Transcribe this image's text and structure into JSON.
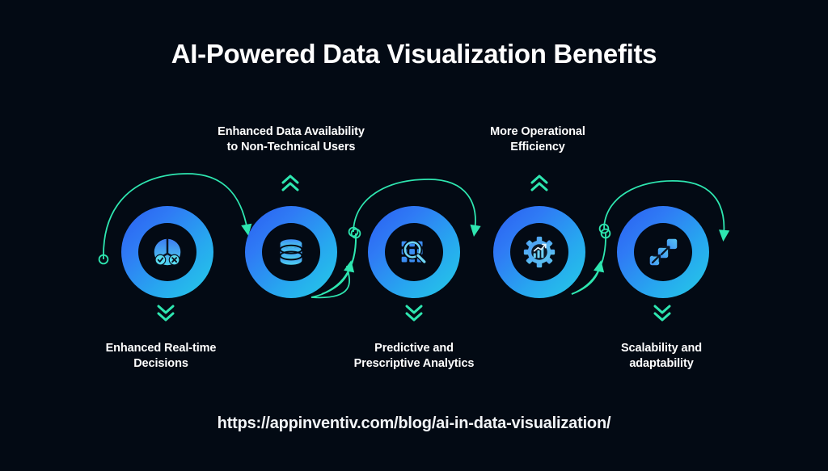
{
  "page": {
    "title": "AI-Powered Data Visualization Benefits",
    "footer_url": "https://appinventiv.com/blog/ai-in-data-visualization/",
    "background_color": "#030a14"
  },
  "colors": {
    "background": "#030a14",
    "ring_gradient_start": "#2a5ff0",
    "ring_gradient_end": "#25cbe6",
    "accent_teal": "#2ee6b0",
    "icon_blue": "#3b9bf5",
    "text": "#ffffff"
  },
  "nodes": [
    {
      "id": "enhanced-real-time-decisions",
      "icon": "decision-tree-icon",
      "label_lines": [
        "Enhanced Real-time",
        "Decisions"
      ],
      "label_position": "below",
      "chevron": "chevron-double-down-icon"
    },
    {
      "id": "enhanced-data-availability",
      "icon": "database-stack-icon",
      "label_lines": [
        "Enhanced Data Availability",
        "to Non-Technical Users"
      ],
      "label_position": "above",
      "chevron": "chevron-double-up-icon"
    },
    {
      "id": "predictive-prescriptive-analytics",
      "icon": "grid-magnifier-icon",
      "label_lines": [
        "Predictive and",
        "Prescriptive Analytics"
      ],
      "label_position": "below",
      "chevron": "chevron-double-down-icon"
    },
    {
      "id": "more-operational-efficiency",
      "icon": "gear-bar-chart-icon",
      "label_lines": [
        "More Operational",
        "Efficiency"
      ],
      "label_position": "above",
      "chevron": "chevron-double-up-icon"
    },
    {
      "id": "scalability-adaptability",
      "icon": "growth-arrows-icon",
      "label_lines": [
        "Scalability and",
        "adaptability"
      ],
      "label_position": "below",
      "chevron": "chevron-double-down-icon"
    }
  ],
  "connectors": [
    {
      "id": "arc-1-over",
      "direction": "over-left-to-right",
      "from": "node-1-left",
      "to": "node-2-left"
    },
    {
      "id": "arc-2-under",
      "direction": "under-right-to-left",
      "from": "node-3-left",
      "to": "node-2-right"
    },
    {
      "id": "arc-3-over",
      "direction": "over-left-to-right",
      "from": "node-3-left",
      "to": "node-4-left"
    },
    {
      "id": "arc-4-under",
      "direction": "under-right-to-left",
      "from": "node-5-left",
      "to": "node-4-right"
    },
    {
      "id": "arc-5-over",
      "direction": "over-left-to-right",
      "from": "node-5-left",
      "to": "node-5-right"
    }
  ]
}
